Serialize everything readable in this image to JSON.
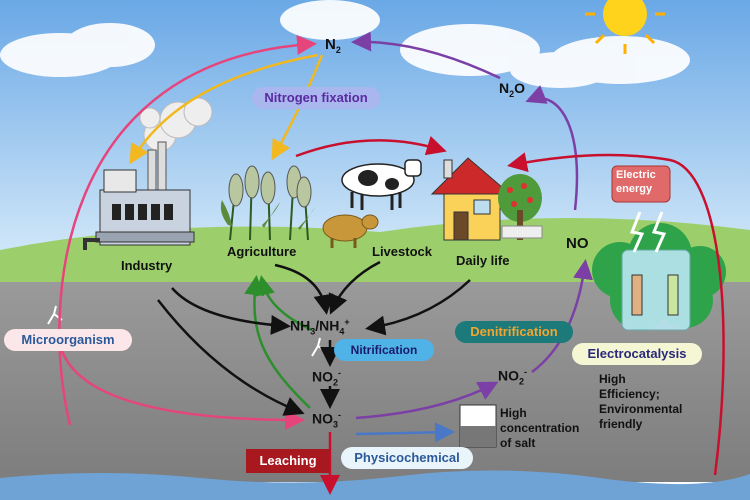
{
  "colors": {
    "sky_top": "#7fb6ea",
    "grass": "#9ccf6c",
    "soil": "#8e8e8e",
    "water": "#6fa3d6",
    "pink_arrow": "#e6457c",
    "gold_arrow": "#f2b820",
    "purple_arrow": "#7b3fa6",
    "red_arrow": "#c8102e",
    "green_arrow": "#2c8f2c",
    "black_arrow": "#111111",
    "blue_arrow": "#4a78c8"
  },
  "nodes": {
    "n2": {
      "main": "N",
      "sub": "2"
    },
    "n2o": {
      "a": "N",
      "sub": "2",
      "b": "O"
    },
    "no": "NO",
    "nh3": {
      "a": "NH",
      "s1": "3",
      "b": "/NH",
      "s2": "4",
      "sup": "+"
    },
    "no2_center": {
      "a": "NO",
      "s": "2",
      "sup": "-"
    },
    "no3": {
      "a": "NO",
      "s": "3",
      "sup": "-"
    },
    "no2_right": {
      "a": "NO",
      "s": "2",
      "sup": "-"
    }
  },
  "labels": {
    "industry": "Industry",
    "agriculture": "Agriculture",
    "livestock": "Livestock",
    "daily_life": "Daily life",
    "high_salt": [
      "High",
      "concentration",
      "of salt"
    ],
    "advantages": [
      "High",
      "Efficiency;",
      "Environmental",
      "friendly"
    ],
    "electric_energy": [
      "Electric",
      "energy"
    ]
  },
  "processes": {
    "nitrogen_fixation": "Nitrogen fixation",
    "microorganism": "Microorganism",
    "nitrification": "Nitrification",
    "denitrification": "Denitrification",
    "electrocatalysis": "Electrocatalysis",
    "leaching": "Leaching",
    "physicochemical": "Physicochemical"
  }
}
